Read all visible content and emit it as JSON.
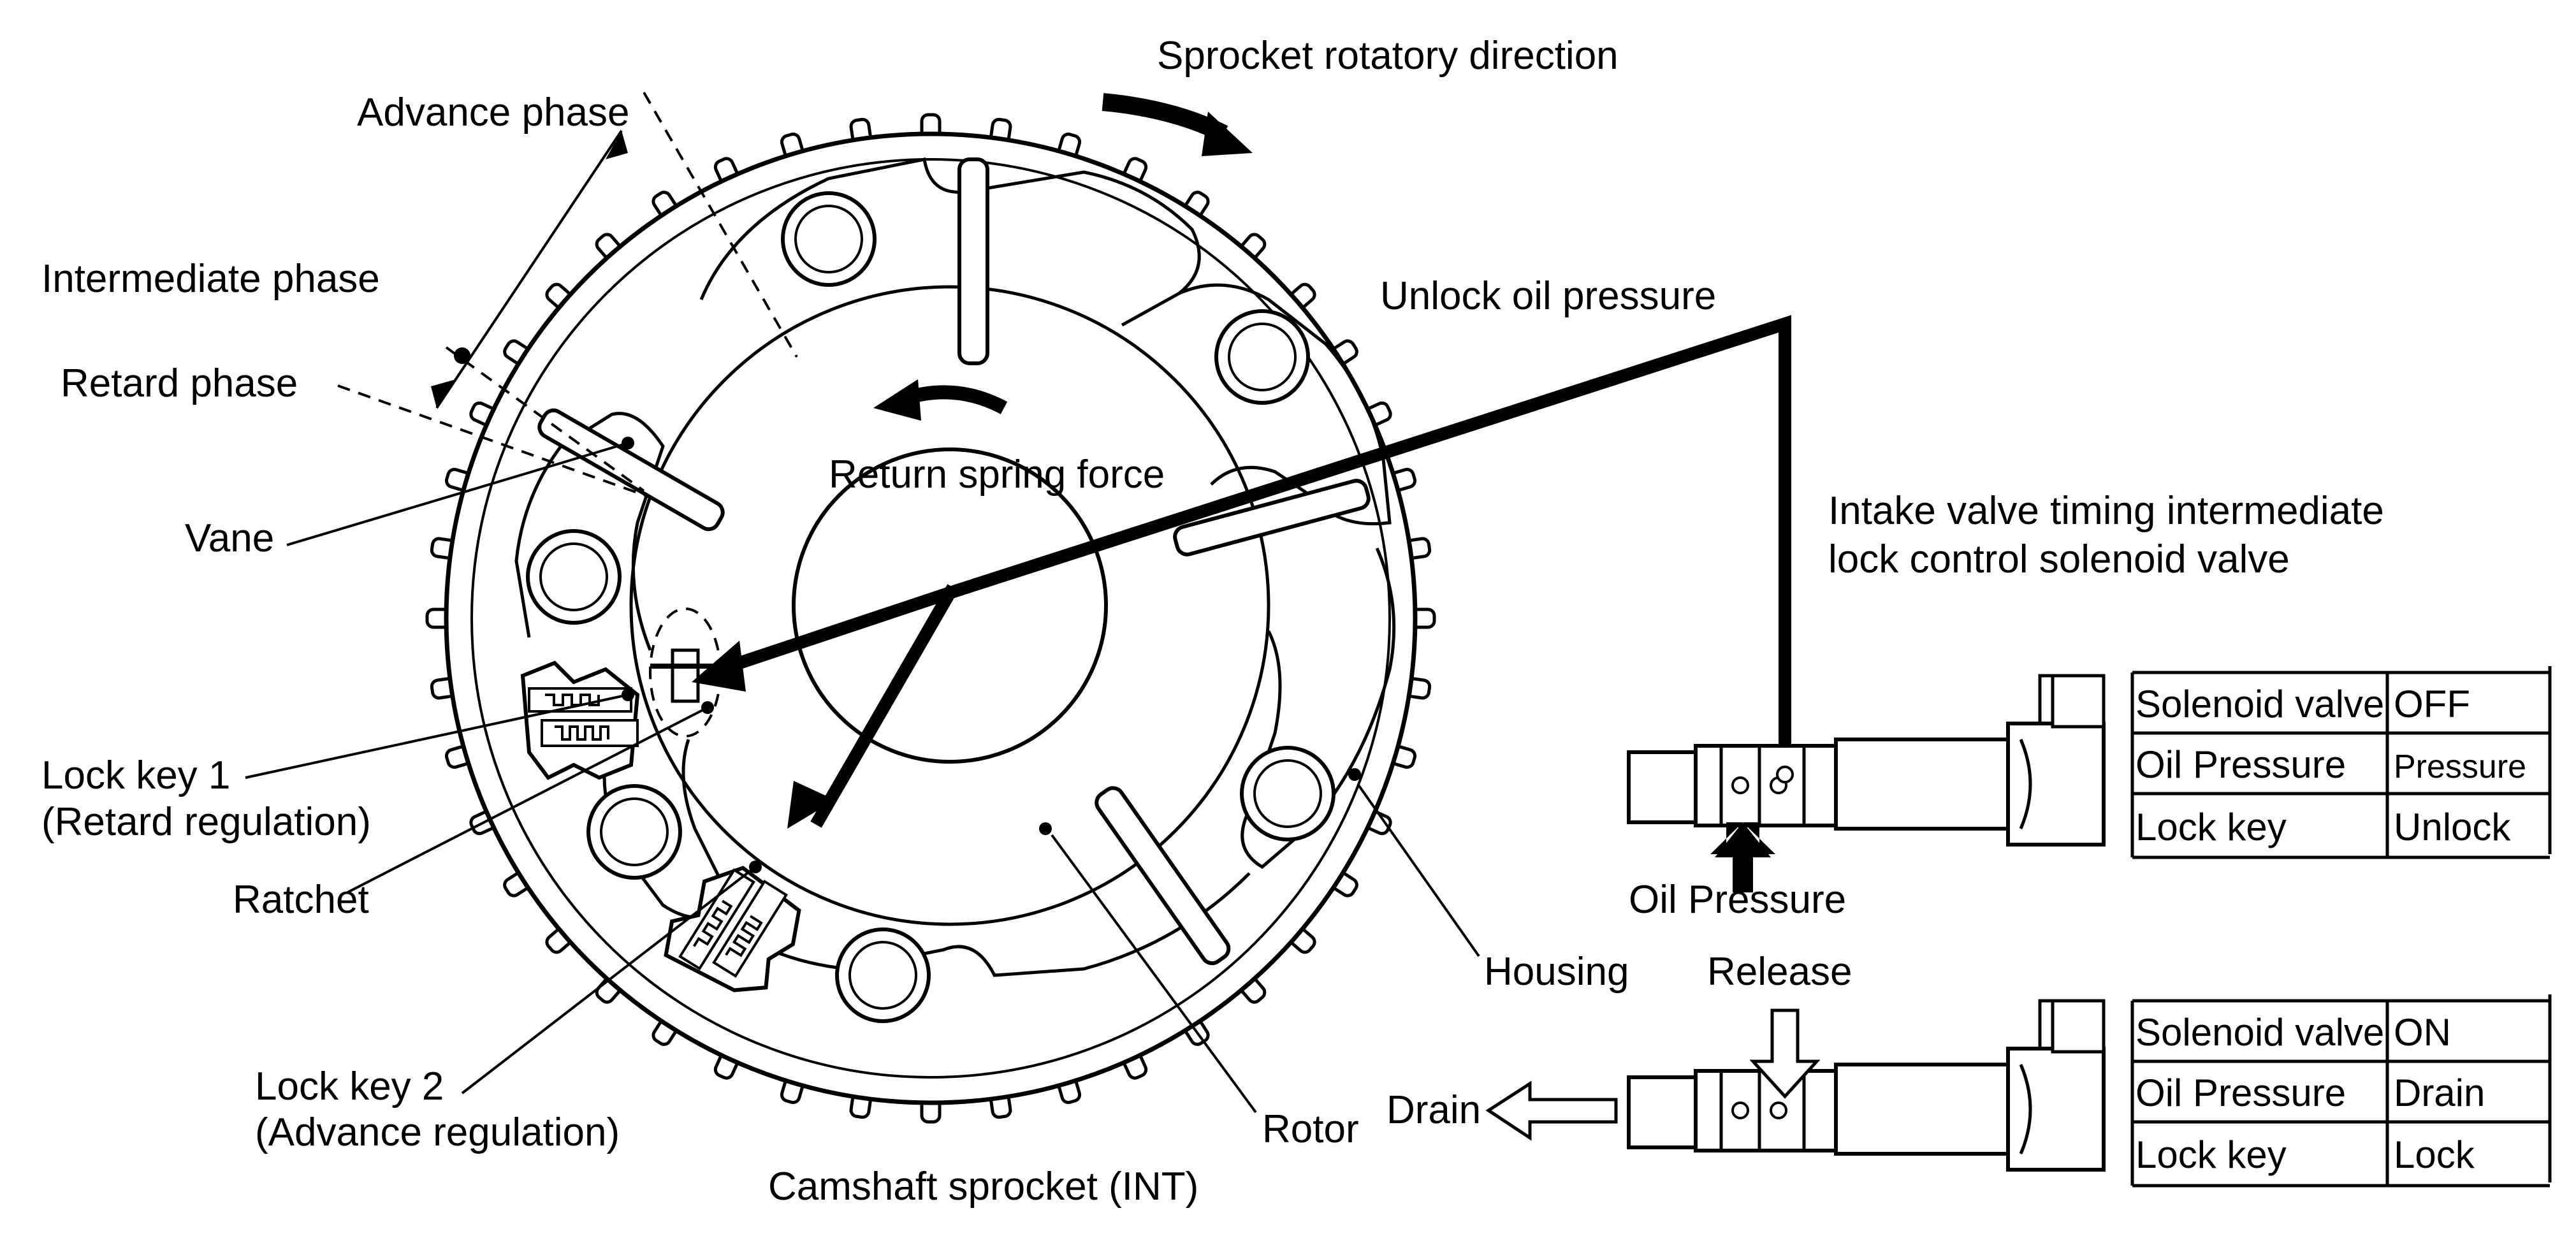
{
  "labels": {
    "sprocket_rotation": "Sprocket rotatory direction",
    "advance_phase": "Advance phase",
    "intermediate_phase": "Intermediate phase",
    "retard_phase": "Retard phase",
    "unlock_oil_pressure": "Unlock oil pressure",
    "return_spring_force": "Return spring force",
    "vane": "Vane",
    "solenoid_valve_title_line1": "Intake valve timing intermediate",
    "solenoid_valve_title_line2": "lock control solenoid valve",
    "lock_key1_line1": "Lock key 1",
    "lock_key1_line2": "(Retard regulation)",
    "ratchet": "Ratchet",
    "lock_key2_line1": "Lock key 2",
    "lock_key2_line2": "(Advance regulation)",
    "oil_pressure": "Oil Pressure",
    "housing": "Housing",
    "release": "Release",
    "drain": "Drain",
    "rotor": "Rotor",
    "camshaft_sprocket": "Camshaft sprocket (INT)"
  },
  "table_off": {
    "rows": [
      {
        "key": "Solenoid valve",
        "value": "OFF"
      },
      {
        "key": "Oil Pressure",
        "value": "Pressure"
      },
      {
        "key": "Lock key",
        "value": "Unlock"
      }
    ]
  },
  "table_on": {
    "rows": [
      {
        "key": "Solenoid valve",
        "value": "ON"
      },
      {
        "key": "Oil Pressure",
        "value": "Drain"
      },
      {
        "key": "Lock key",
        "value": "Lock"
      }
    ]
  }
}
